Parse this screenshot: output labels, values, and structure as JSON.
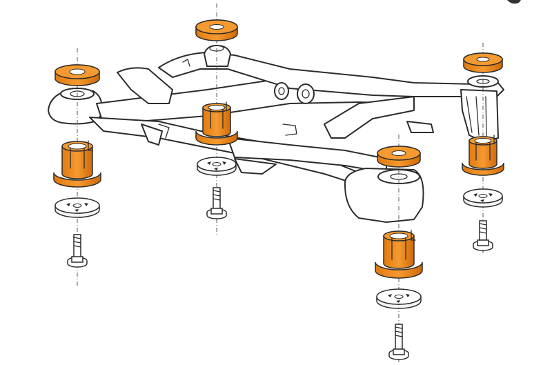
{
  "colors": {
    "background": "#ffffff",
    "outline": "#2b2b2b",
    "bushing_orange": "#f08a1c",
    "bushing_orange_dark": "#c96a0c",
    "washer_fill": "#f4f4f4"
  },
  "icons": [
    "subframe-drawing",
    "bushing",
    "washer",
    "bolt",
    "ring-bushing"
  ]
}
